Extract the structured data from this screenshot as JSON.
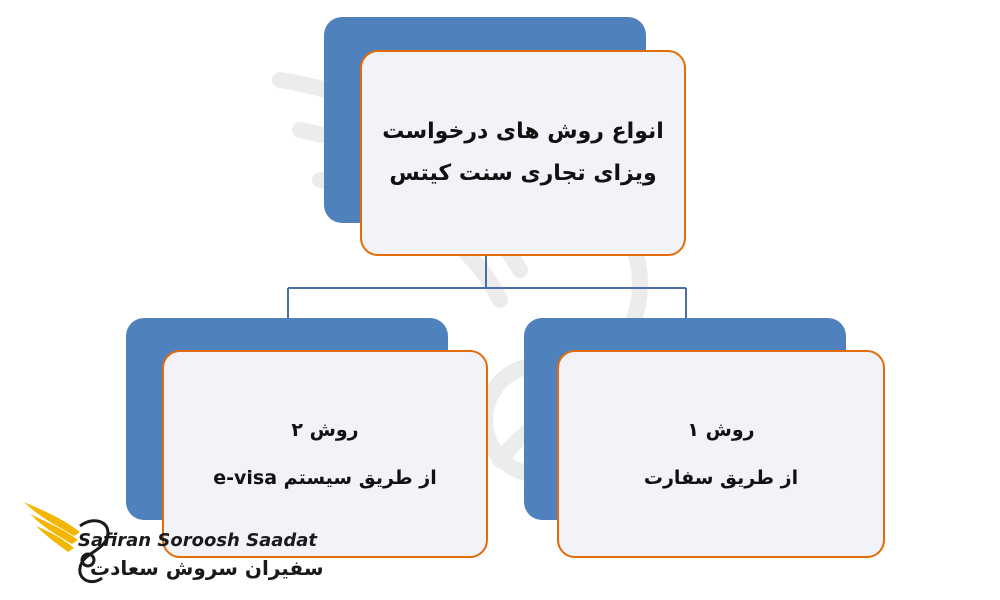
{
  "diagram": {
    "root": {
      "line1": "انواع روش های درخواست",
      "line2": "ویزای تجاری سنت کیتس"
    },
    "left": {
      "title": "روش ۲",
      "desc": "از طریق سیستم e-visa"
    },
    "right": {
      "title": "روش ۱",
      "desc": "از طریق سفارت"
    }
  },
  "logo": {
    "name_en": "Safiran Soroosh Saadat",
    "name_fa": "سفیران سروش سعادت"
  },
  "colors": {
    "box_back": "#4f81bd",
    "box_front": "#f2f3f8",
    "border": "#e36c09",
    "connector": "#4a6fa5",
    "logo_gold": "#f2b705"
  }
}
